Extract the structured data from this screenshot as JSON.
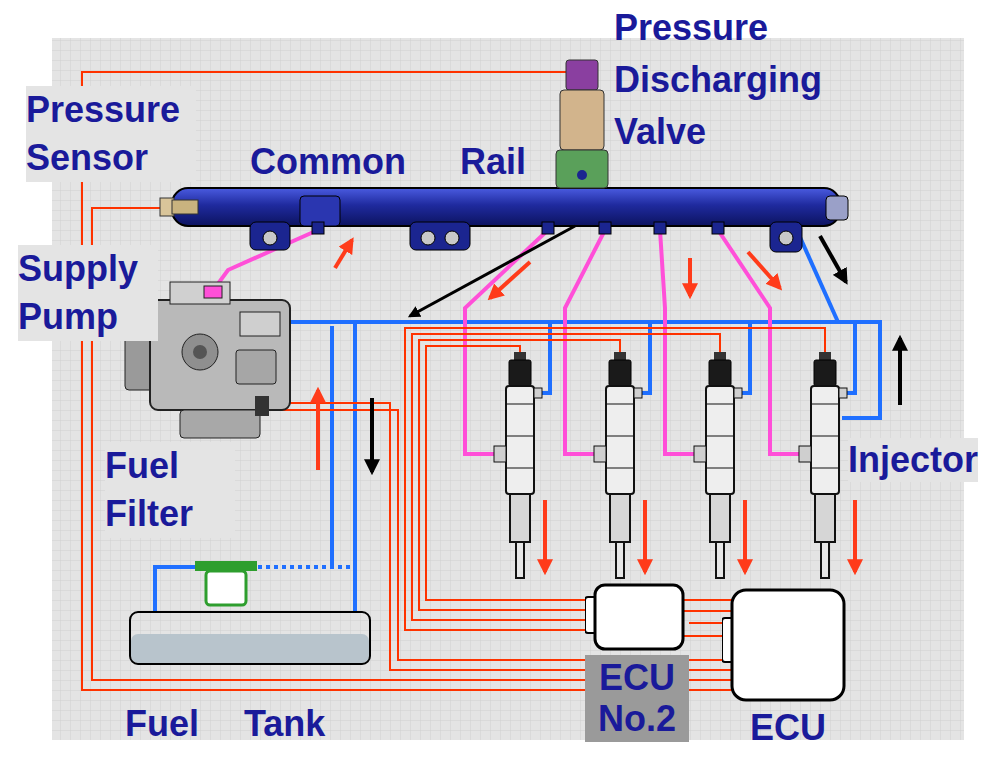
{
  "diagram": {
    "nodes": [
      {
        "text": [
          "ECU No.2"
        ]
      },
      {
        "text": [
          "ECU"
        ]
      },
      {
        "text": [
          "Fuel Tank"
        ]
      }
    ],
    "edges": [
      {
        "from": 0,
        "to": 1,
        "arrow": "none"
      }
    ],
    "labels": [
      "Pressure Discharging Valve",
      "Pressure Sensor",
      "Common Rail",
      "Supply Pump",
      "Fuel Filter",
      "Injector"
    ]
  }
}
